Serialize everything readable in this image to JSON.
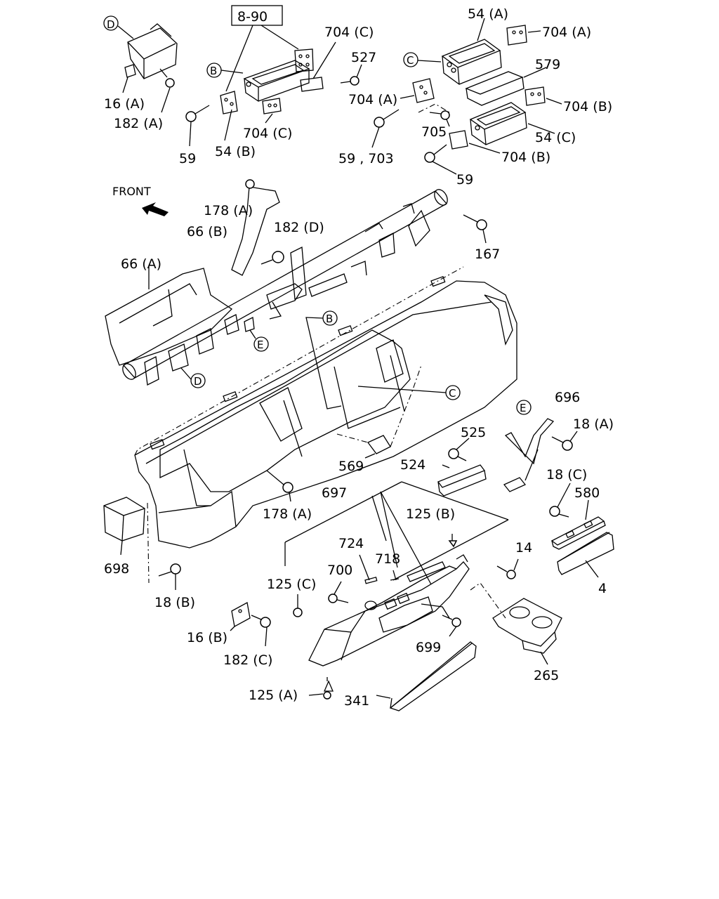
{
  "diagram": {
    "front_label": "FRONT",
    "ref_box": "8-90",
    "callouts": {
      "B": "B",
      "C": "C",
      "D": "D",
      "E": "E"
    },
    "labels": {
      "p16A": "16 (A)",
      "p182A": "182 (A)",
      "p59a": "59",
      "p54B": "54 (B)",
      "p704C_a": "704 (C)",
      "p704C_b": "704 (C)",
      "p527": "527",
      "p54A": "54 (A)",
      "p704A_a": "704 (A)",
      "p704A_b": "704 (A)",
      "p579": "579",
      "p704B_a": "704 (B)",
      "p704B_b": "704 (B)",
      "p705": "705",
      "p54C": "54 (C)",
      "p59703": "59 , 703",
      "p59b": "59",
      "p178A_a": "178 (A)",
      "p66B": "66 (B)",
      "p182D": "182 (D)",
      "p167": "167",
      "p66A": "66 (A)",
      "p696": "696",
      "p18A": "18 (A)",
      "p525": "525",
      "p569": "569",
      "p524": "524",
      "p18C": "18 (C)",
      "p580": "580",
      "p697": "697",
      "p125B": "125 (B)",
      "p178A_b": "178 (A)",
      "p724": "724",
      "p14": "14",
      "p718": "718",
      "p4": "4",
      "p698": "698",
      "p700": "700",
      "p125C": "125 (C)",
      "p18B": "18 (B)",
      "p699": "699",
      "p16B": "16 (B)",
      "p182C": "182 (C)",
      "p265": "265",
      "p125A": "125 (A)",
      "p341": "341"
    }
  }
}
